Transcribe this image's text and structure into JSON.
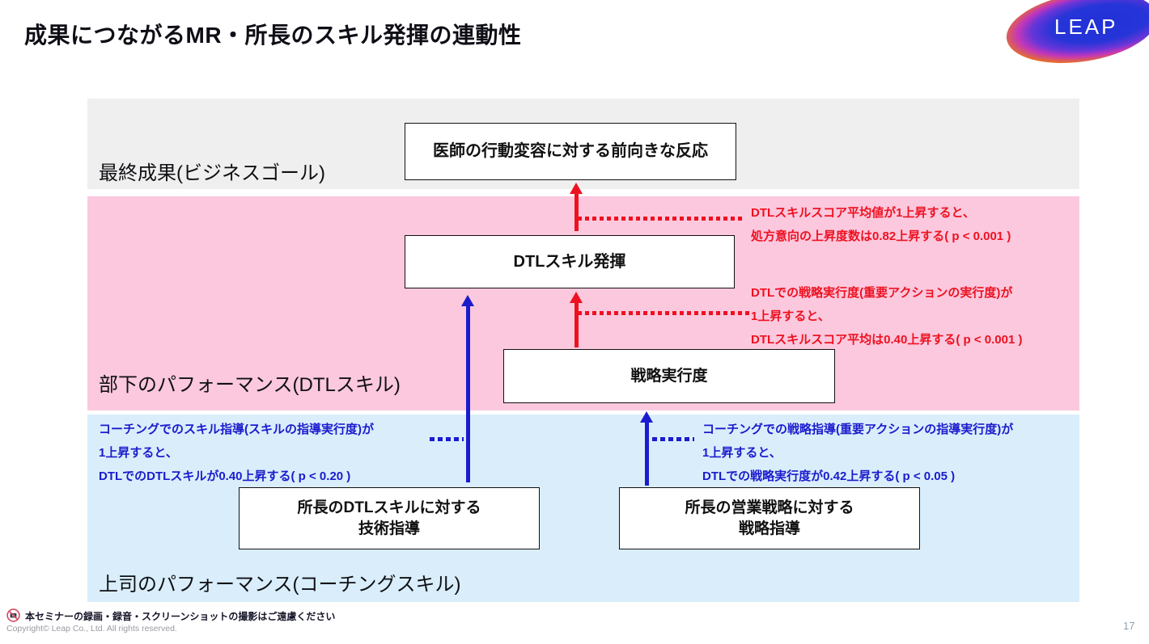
{
  "slide": {
    "title": "成果につながるMR・所長のスキル発揮の連動性",
    "page_number": "17"
  },
  "logo": {
    "text": "LEAP"
  },
  "bands": {
    "goal": {
      "label": "最終成果(ビジネスゴール)",
      "bg": "#efefef"
    },
    "dtl": {
      "label": "部下のパフォーマンス(DTLスキル)",
      "bg": "#fbc8de"
    },
    "coach": {
      "label": "上司のパフォーマンス(コーチングスキル)",
      "bg": "#d9eefa"
    }
  },
  "boxes": {
    "outcome": {
      "label": "医師の行動変容に対する前向きな反応"
    },
    "dtl_skill": {
      "label": "DTLスキル発揮"
    },
    "strategy_exec": {
      "label": "戦略実行度"
    },
    "tech_coaching": {
      "line1": "所長のDTLスキルに対する",
      "line2": "技術指導"
    },
    "strategy_coaching": {
      "line1": "所長の営業戦略に対する",
      "line2": "戦略指導"
    }
  },
  "annotations": {
    "red_top": {
      "line1": "DTLスキルスコア平均値が1上昇すると、",
      "line2": "処方意向の上昇度数は0.82上昇する( p < 0.001 )"
    },
    "red_mid": {
      "line1": "DTLでの戦略実行度(重要アクションの実行度)が",
      "line2": "1上昇すると、",
      "line3": "DTLスキルスコア平均は0.40上昇する( p < 0.001 )"
    },
    "blue_left": {
      "line1": "コーチングでのスキル指導(スキルの指導実行度)が",
      "line2": "1上昇すると、",
      "line3": "DTLでのDTLスキルが0.40上昇する( p < 0.20 )"
    },
    "blue_right": {
      "line1": "コーチングでの戦略指導(重要アクションの指導実行度)が",
      "line2": "1上昇すると、",
      "line3": "DTLでの戦略実行度が0.42上昇する( p < 0.05 )"
    }
  },
  "colors": {
    "accent_red": "#ee1120",
    "accent_blue": "#1b1bce",
    "band_goal_bg": "#efefef",
    "band_dtl_bg": "#fbc8de",
    "band_coach_bg": "#d9eefa"
  },
  "footer": {
    "notice": "本セミナーの録画・録音・スクリーンショットの撮影はご遠慮ください",
    "copyright": "Copyright© Leap Co., Ltd.  All rights reserved."
  }
}
